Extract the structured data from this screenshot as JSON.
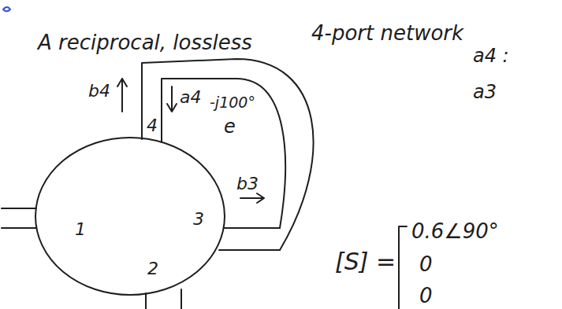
{
  "diagram": {
    "nodes": [
      {
        "text": [
          "4",
          "1",
          "3",
          "2"
        ]
      }
    ],
    "labels": [
      "A reciprocal, lossless",
      "4-port network",
      "b4",
      "a4",
      "b3",
      "-j100°",
      "e",
      "a4 :",
      "a3",
      "[S] =",
      "0.6∠90°",
      "0",
      "0"
    ]
  }
}
